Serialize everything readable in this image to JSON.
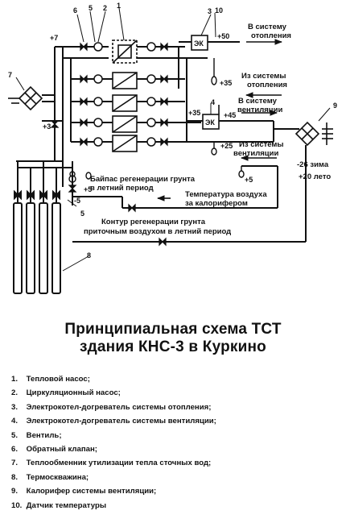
{
  "diagram": {
    "labels": {
      "to_heating": [
        "В систему",
        "отопления"
      ],
      "from_heating": [
        "Из системы",
        "отопления"
      ],
      "to_ventilation": [
        "В систему",
        "вентиляции"
      ],
      "from_ventilation": [
        "Из системы",
        "вентиляции"
      ],
      "bypass": [
        "Байпас регенерации грунта",
        "в летний период"
      ],
      "air_temp": [
        "Температура воздуха",
        "за калорифером"
      ],
      "contour": [
        "Контур регенерации грунта",
        "приточным воздухом в летний период"
      ],
      "winter": "-26 зима",
      "summer": "+20 лето",
      "ek": "ЭК"
    },
    "temperatures": {
      "t_plus7": "+7",
      "t_plus3": "+3",
      "t_plus50": "+50",
      "t_plus35_top": "+35",
      "t_plus35_mid": "+35",
      "t_plus45": "+45",
      "t_plus25": "+25",
      "t_plus5_a": "+5",
      "t_plus5_b": "+5",
      "t_minus5": "-5"
    },
    "callouts": [
      "1",
      "2",
      "3",
      "4",
      "5",
      "6",
      "7",
      "8",
      "9",
      "10"
    ]
  },
  "title": {
    "line1": "Принципиальная схема ТСТ",
    "line2": "здания  КНС-3 в Куркино"
  },
  "legend": [
    {
      "num": "1.",
      "text": "Тепловой насос;"
    },
    {
      "num": "2.",
      "text": "Циркуляционный насос;"
    },
    {
      "num": "3.",
      "text": "Электрокотел-догреватель системы отопления;"
    },
    {
      "num": "4.",
      "text": "Электрокотел-догреватель системы вентиляции;"
    },
    {
      "num": "5.",
      "text": "Вентиль;"
    },
    {
      "num": "6.",
      "text": "Обратный клапан;"
    },
    {
      "num": "7.",
      "text": "Теплообменник утилизации тепла сточных вод;"
    },
    {
      "num": "8.",
      "text": "Термоскважина;"
    },
    {
      "num": "9.",
      "text": "Калорифер  системы вентиляции;"
    },
    {
      "num": "10.",
      "text": "Датчик температуры"
    }
  ]
}
